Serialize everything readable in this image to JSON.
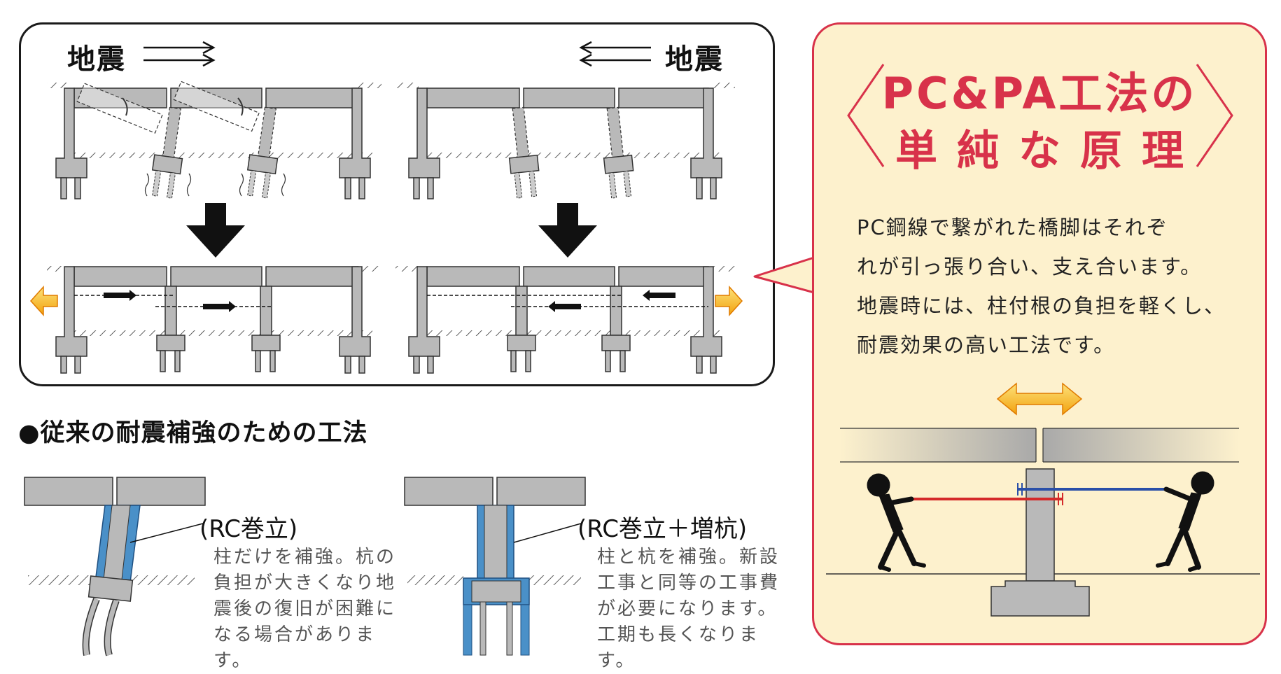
{
  "top_diagram": {
    "left_label": "地震",
    "right_label": "地震"
  },
  "section_heading": "●従来の耐震補強のための工法",
  "methods": [
    {
      "title": "(RC巻立)",
      "description": [
        "柱だけを補強。杭の",
        "負担が大きくなり地",
        "震後の復旧が困難に",
        "なる場合があります。"
      ]
    },
    {
      "title": "(RC巻立＋増杭)",
      "description": [
        "柱と杭を補強。新設",
        "工事と同等の工事費",
        "が必要になります。",
        "工期も長くなります。"
      ]
    }
  ],
  "principle_panel": {
    "title_line1": "PC&PA工法の",
    "title_line2": "単純な原理",
    "body_lines": [
      "PC鋼線で繋がれた橋脚はそれぞ",
      "れが引っ張り合い、支え合います。",
      "地震時には、柱付根の負担を軽くし、",
      "耐震効果の高い工法です。"
    ]
  },
  "colors": {
    "accent_red": "#d8324a",
    "panel_bg": "#fdf1cd",
    "reinforce_blue": "#4a90c8",
    "arrow_orange": "#f7b81a",
    "structure_gray": "#b9b9b9",
    "wire_red": "#d42a2a",
    "wire_blue": "#2a4fa8"
  }
}
